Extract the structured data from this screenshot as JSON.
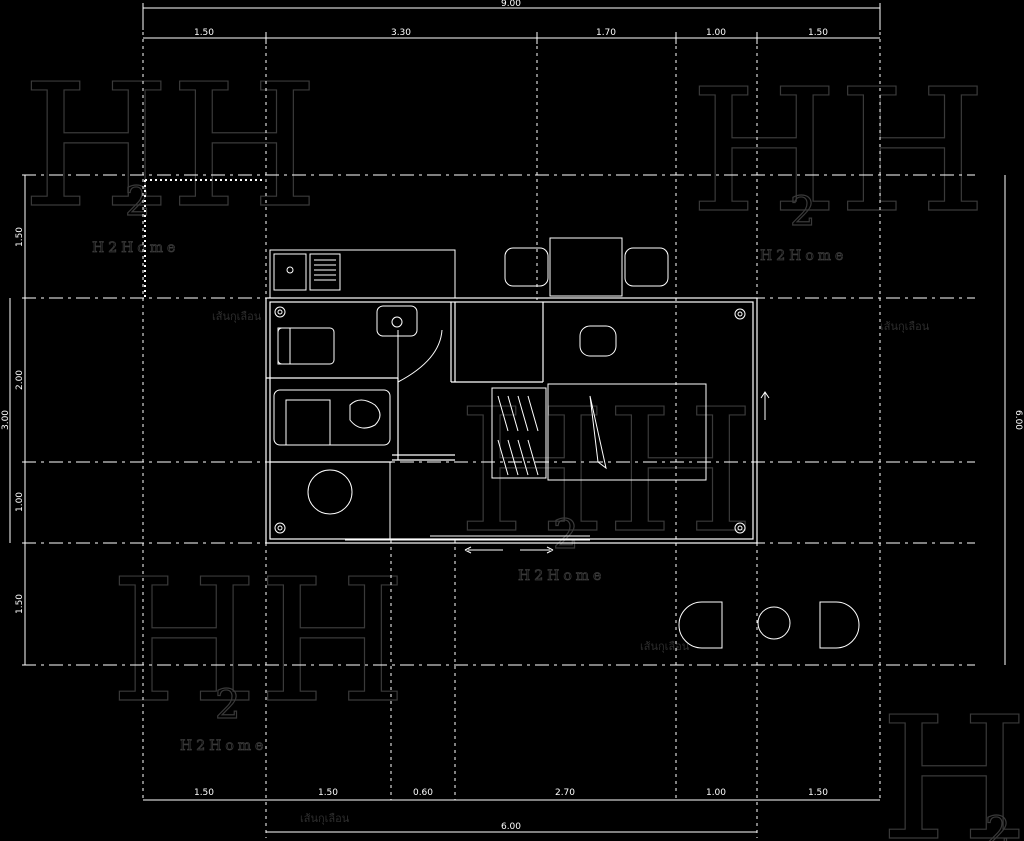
{
  "top_dims": {
    "overall": "9.00",
    "segments": [
      "1.50",
      "3.30",
      "1.70",
      "1.00",
      "1.50"
    ]
  },
  "bottom_dims": {
    "segments": [
      "1.50",
      "1.50",
      "0.60",
      "2.70",
      "1.00",
      "1.50"
    ],
    "overall": "6.00"
  },
  "left_dims": {
    "outer": [
      "1.50",
      "3.00",
      "1.50"
    ],
    "inner": [
      "2.00",
      "1.00"
    ]
  },
  "right_dims": {
    "overall": "6.00"
  },
  "watermark": {
    "main": "HH",
    "sub": "2",
    "brand": "H2Home",
    "thai": "เส้นกุเลือน"
  }
}
